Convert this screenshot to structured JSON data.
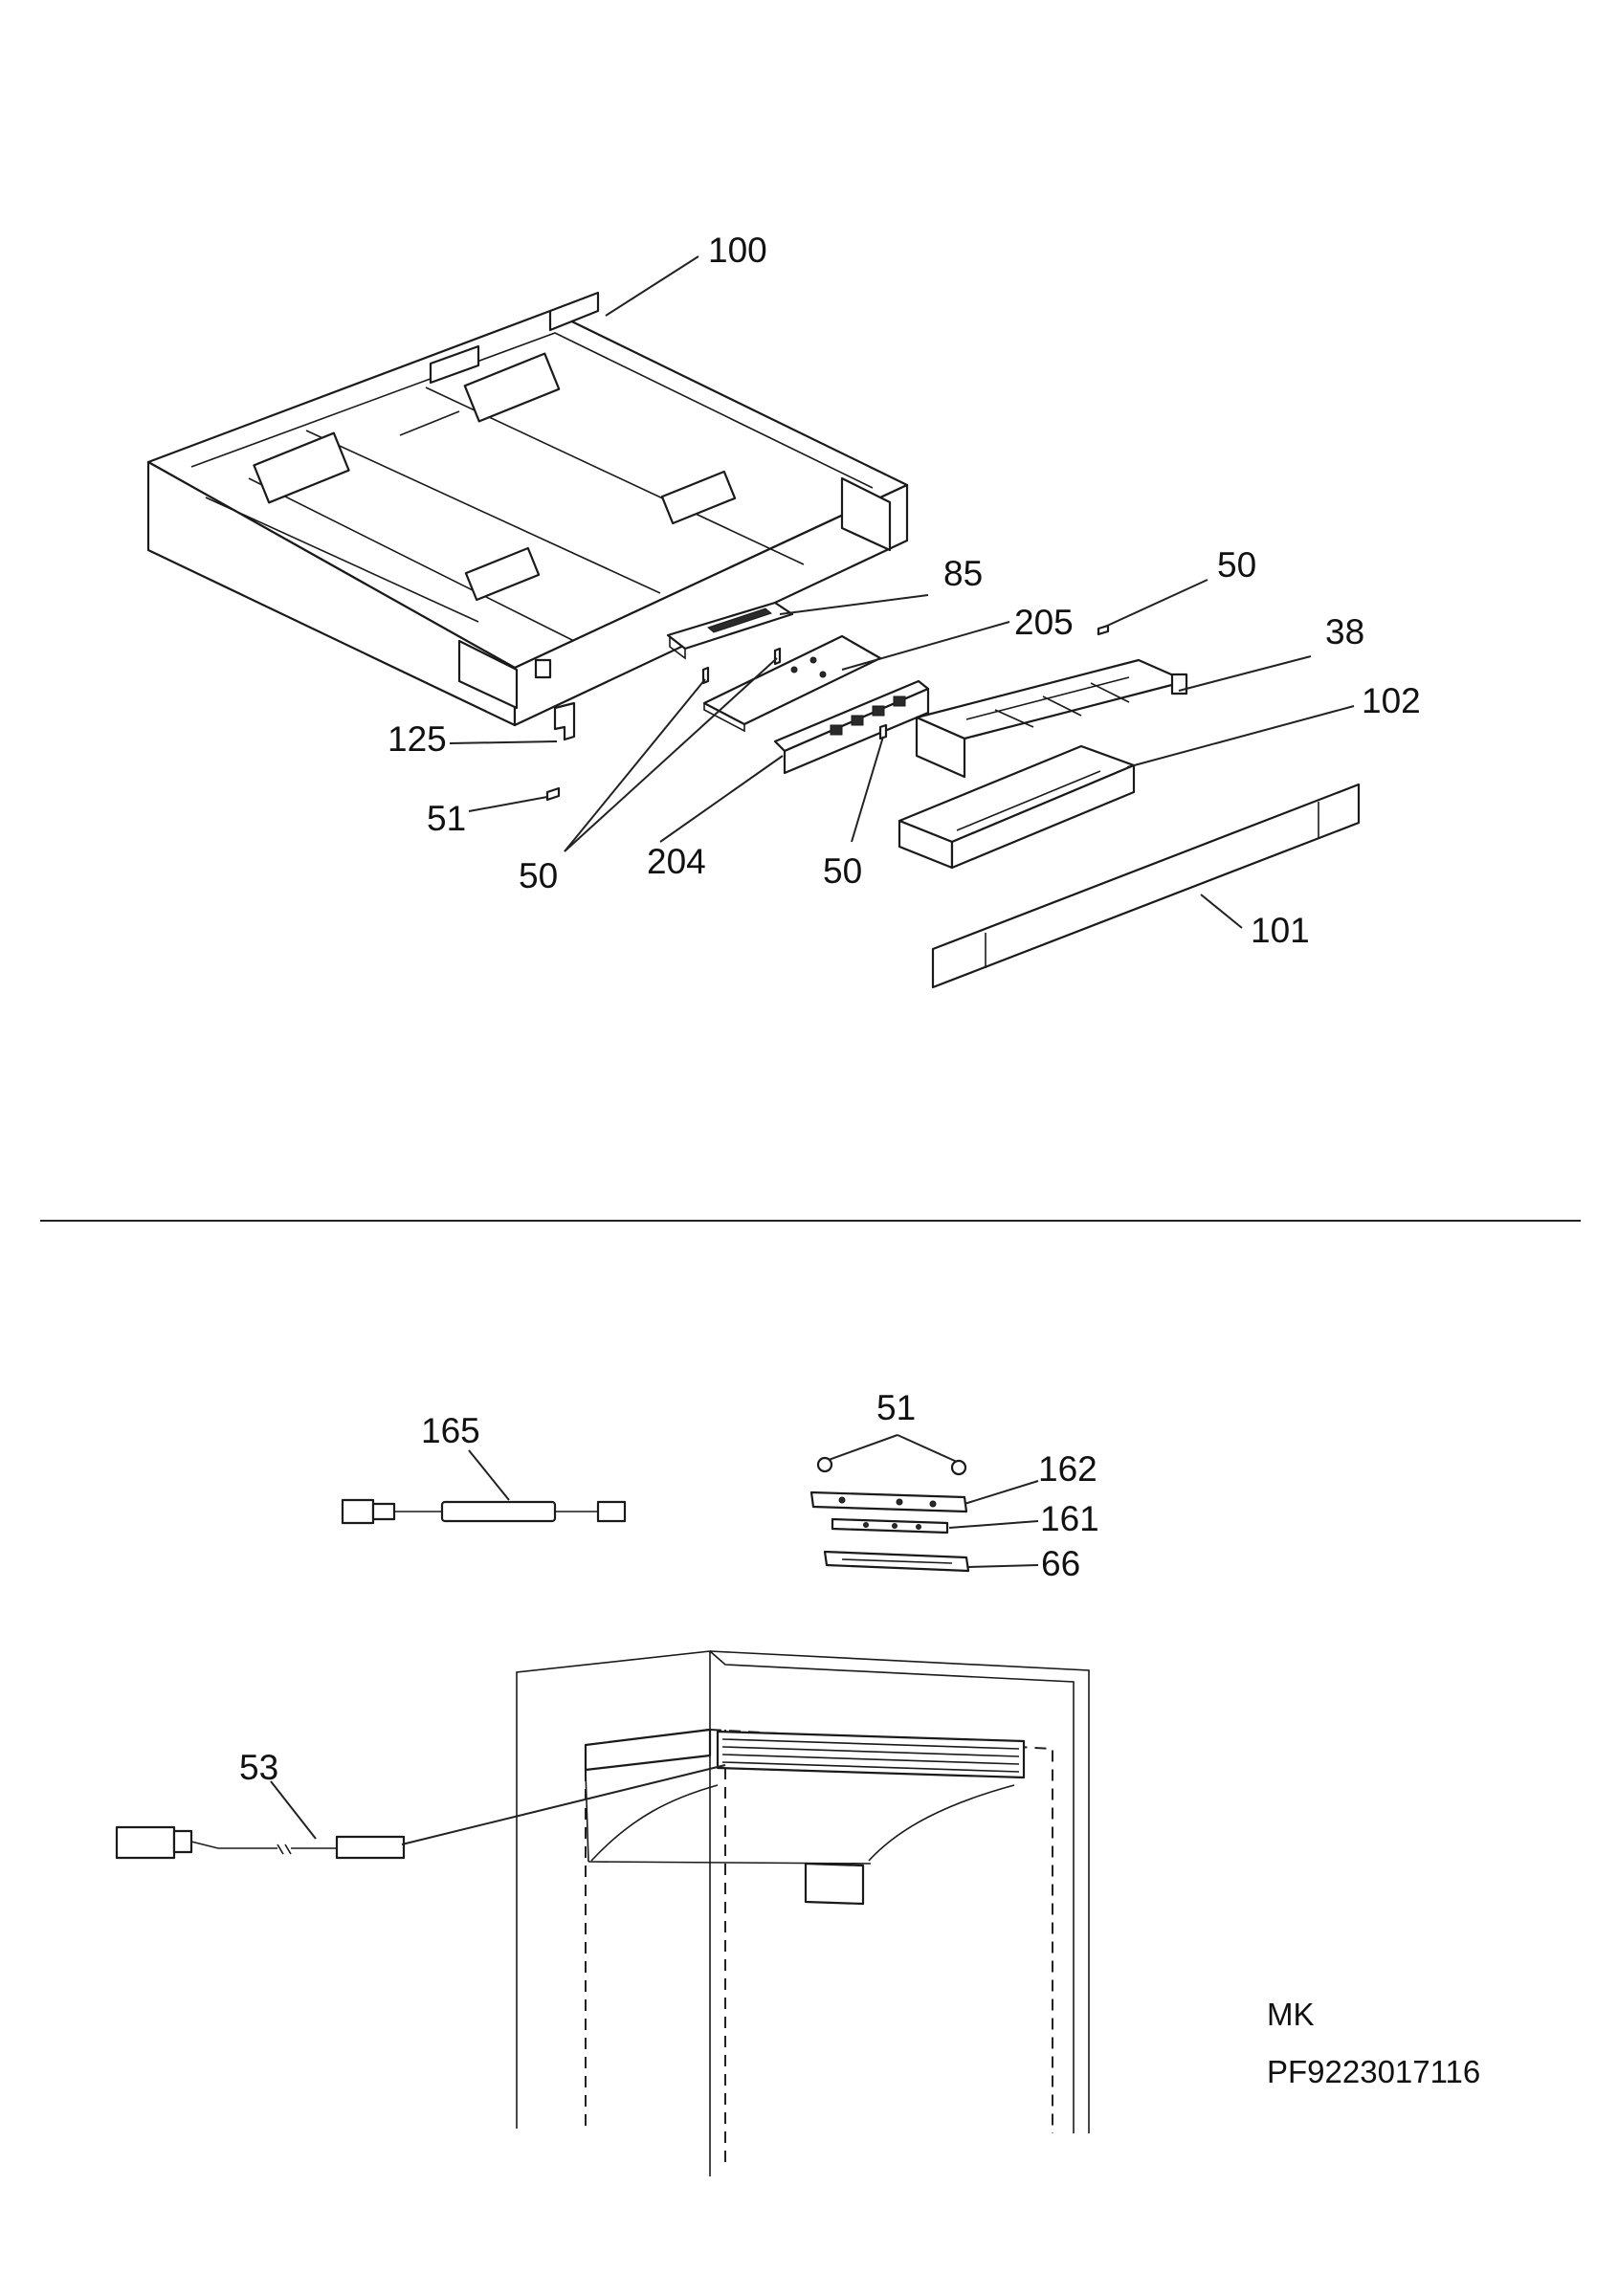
{
  "callouts": {
    "c100": "100",
    "c85": "85",
    "c50_top": "50",
    "c205": "205",
    "c38": "38",
    "c102": "102",
    "c125": "125",
    "c51_upper": "51",
    "c50_left": "50",
    "c204": "204",
    "c50_mid": "50",
    "c101": "101",
    "c165": "165",
    "c51_lower": "51",
    "c162": "162",
    "c161": "161",
    "c66": "66",
    "c53": "53"
  },
  "footer": {
    "model_code": "MK",
    "part_number": "PF9223017116"
  }
}
